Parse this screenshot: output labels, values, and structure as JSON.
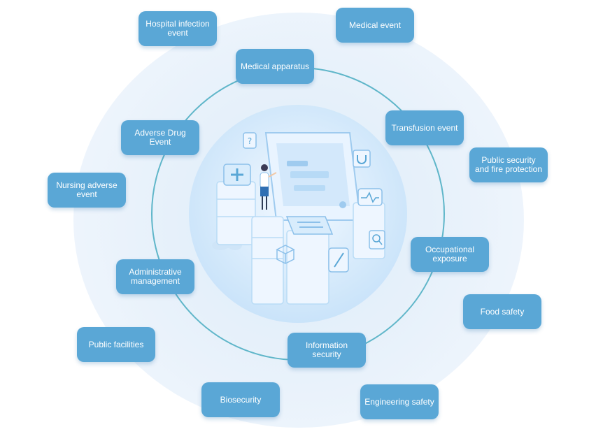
{
  "labels": {
    "hospital_infection": "Hospital infection event",
    "medical_event": "Medical event",
    "medical_apparatus": "Medical apparatus",
    "transfusion_event": "Transfusion  event",
    "public_security_fire": "Public security and fire protection",
    "adverse_drug": "Adverse Drug Event",
    "nursing_adverse": "Nursing adverse event",
    "occupational_exposure": "Occupational exposure",
    "administrative_management": "Administrative management",
    "food_safety": "Food safety",
    "public_facilities": "Public facilities",
    "information_security": "Information security",
    "biosecurity": "Biosecurity",
    "engineering_safety": "Engineering safety"
  },
  "colors": {
    "pill": "#5aa7d6",
    "ring": "#5fb6c9",
    "halo": "#e4eff9",
    "core": "#cfe6fa"
  },
  "icons": [
    "cloud-icon",
    "monitor-icon",
    "stethoscope-icon",
    "medicine-box-icon",
    "doctor-figure-icon",
    "server-icon"
  ]
}
